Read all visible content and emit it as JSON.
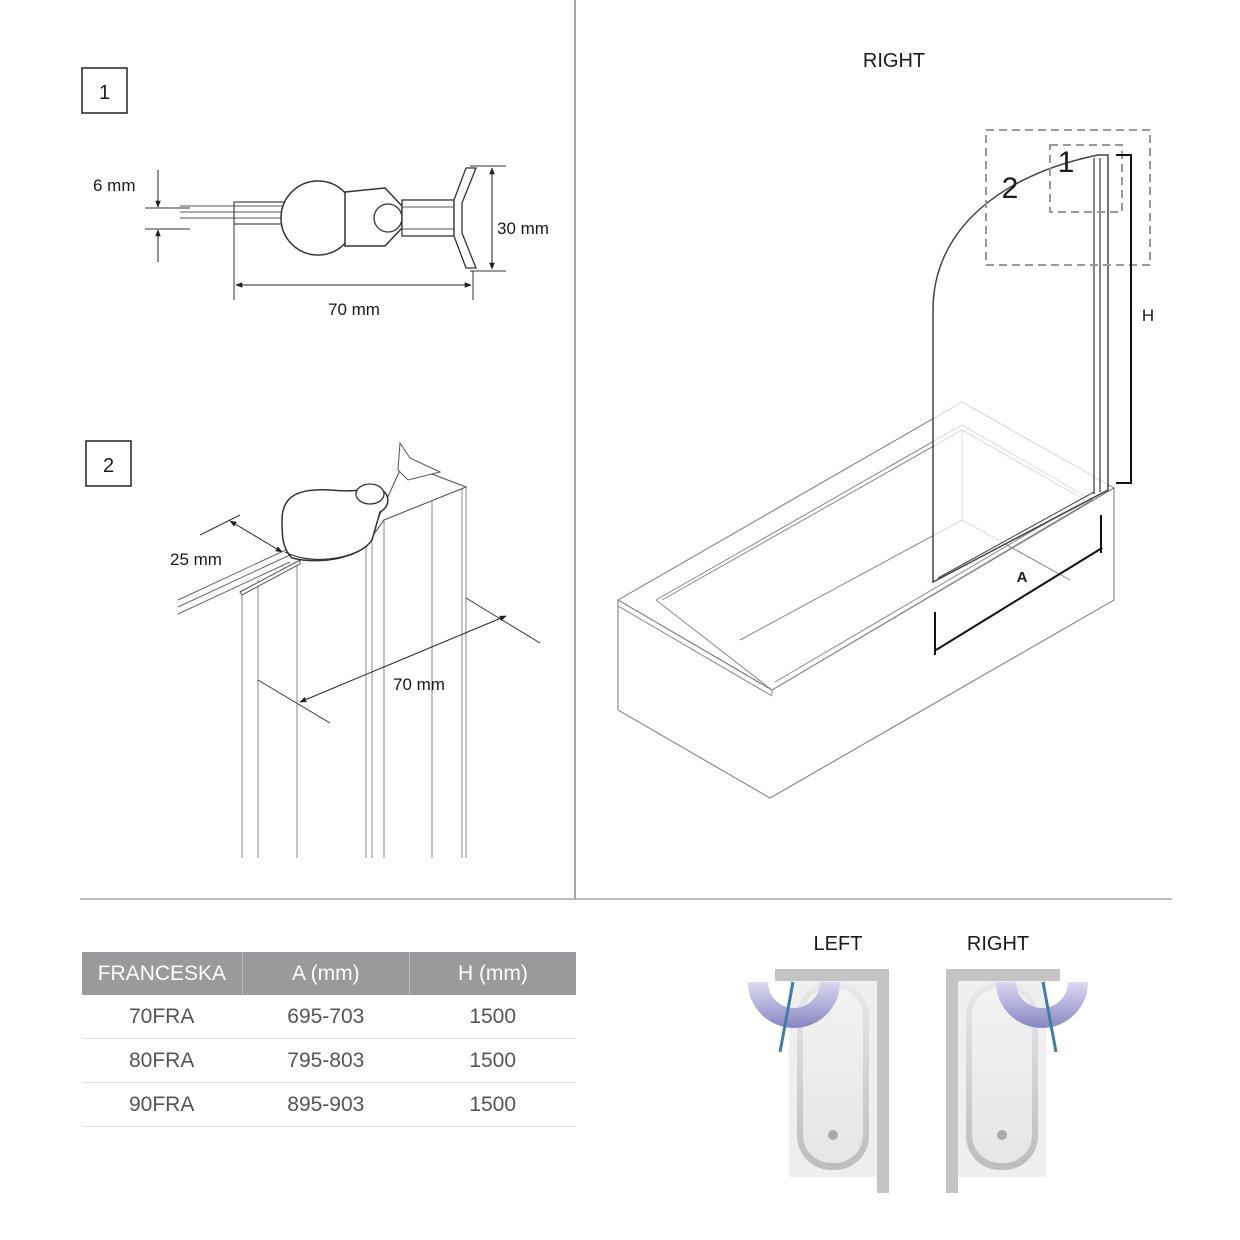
{
  "detail1": {
    "box_label": "1",
    "dim_thickness": "6 mm",
    "dim_height": "30 mm",
    "dim_width": "70 mm"
  },
  "detail2": {
    "box_label": "2",
    "dim_small": "25 mm",
    "dim_width": "70 mm"
  },
  "main_view": {
    "title": "RIGHT",
    "callout1": "1",
    "callout2": "2",
    "dim_h": "H",
    "dim_a": "A"
  },
  "table": {
    "headers": [
      "FRANCESKA",
      "A (mm)",
      "H (mm)"
    ],
    "rows": [
      [
        "70FRA",
        "695-703",
        "1500"
      ],
      [
        "80FRA",
        "795-803",
        "1500"
      ],
      [
        "90FRA",
        "895-903",
        "1500"
      ]
    ]
  },
  "orientation": {
    "left_label": "LEFT",
    "right_label": "RIGHT"
  },
  "colors": {
    "table_header": "#999a9c",
    "swing_arc": "#8a86c8",
    "glass_edge": "#3b7fa8",
    "wall": "#c8c8c8"
  }
}
